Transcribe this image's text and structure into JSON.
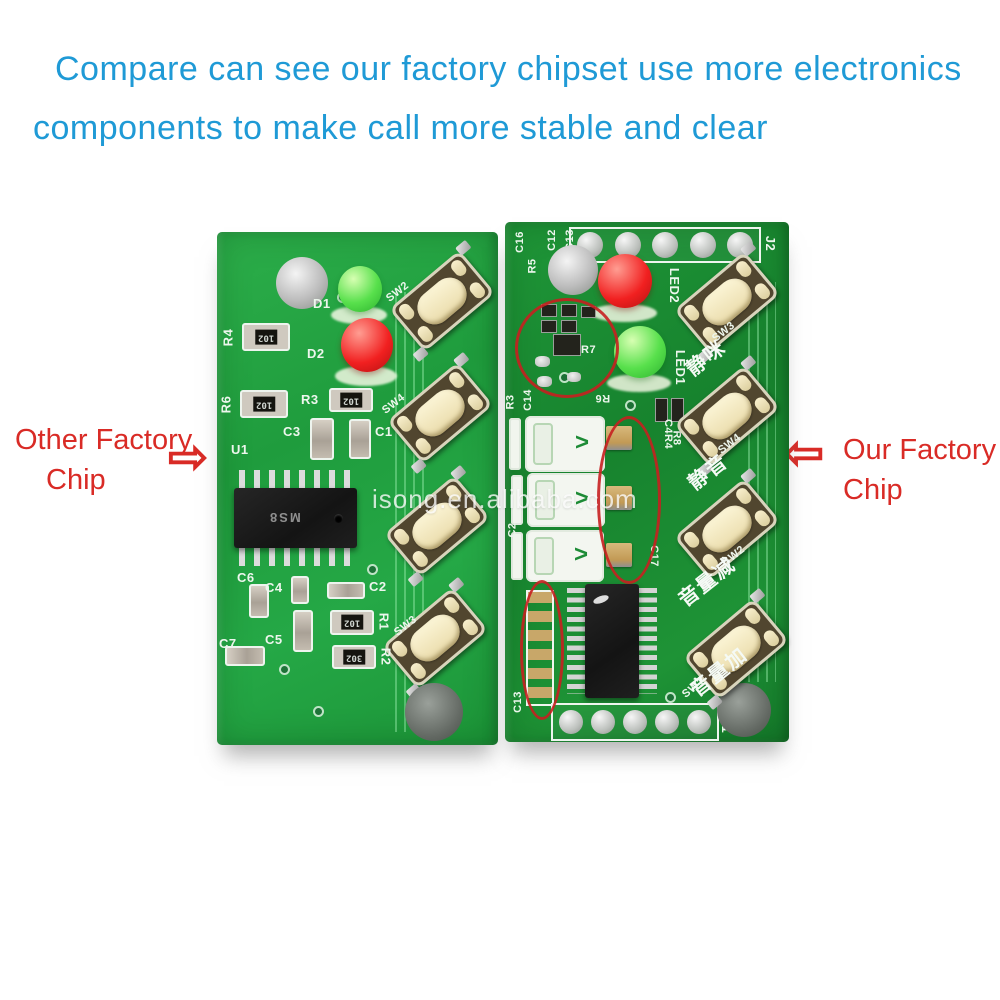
{
  "title": {
    "line1": "Compare can see our factory chipset use more electronics",
    "line2": "components to make call more stable and clear"
  },
  "annotations": {
    "left": {
      "line1": "Other Factory",
      "line2": "Chip",
      "arrow": "⇨"
    },
    "right": {
      "line1": "Our Factory",
      "line2": "Chip",
      "arrow": "⇦"
    }
  },
  "watermark": "isong.en.alibaba.com",
  "colors": {
    "title_blue": "#1f9ad6",
    "annotation_red": "#d92b26",
    "board_green_left": "#22a344",
    "board_green_right": "#1d9036",
    "highlight_red": "#c62020"
  },
  "left_board": {
    "designators": {
      "r4": "R4",
      "r6": "R6",
      "d1": "D1",
      "d2": "D2",
      "sw2": "SW2",
      "sw4": "SW4",
      "sw3": "SW3",
      "r3": "R3",
      "c3": "C3",
      "c1": "C1",
      "u1": "U1",
      "c6": "C6",
      "c4": "C4",
      "c5": "C5",
      "c7": "C7",
      "c2": "C2",
      "r1": "R1",
      "r2": "R2"
    },
    "chip_marking": "MS8",
    "markings": {
      "r4": "102",
      "r6": "102",
      "r3": "102",
      "r1": "102",
      "r2": "302"
    }
  },
  "right_board": {
    "designators": {
      "j2": "J2",
      "j1": "J1",
      "c16": "C16",
      "c12": "C12",
      "c13": "C13",
      "r5": "R5",
      "r7": "R7",
      "led2": "LED2",
      "led1": "LED1",
      "r3": "R3",
      "c14": "C14",
      "r6": "R6",
      "c4r4": "C4R4",
      "r8": "R8",
      "c17": "C17",
      "c2": "C2",
      "c13b": "C13",
      "sw3": "SW3",
      "sw4": "SW4",
      "sw2": "SW2",
      "sw1": "SW1"
    },
    "functions": {
      "sw3": "静咪",
      "sw4": "静音",
      "sw2": "音量减",
      "sw1": "音量加"
    }
  }
}
